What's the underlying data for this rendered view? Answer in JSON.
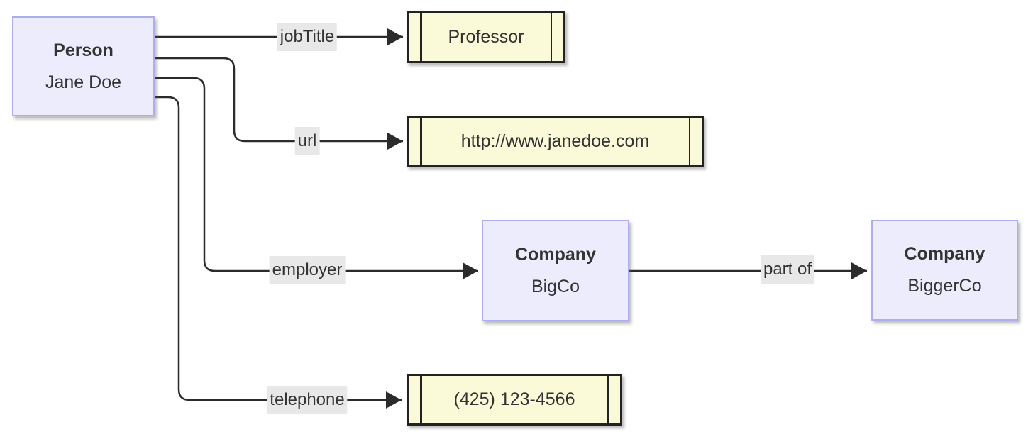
{
  "nodes": {
    "person": {
      "type": "entity",
      "title": "Person",
      "subtitle": "Jane Doe"
    },
    "professor": {
      "type": "literal",
      "value": "Professor"
    },
    "website": {
      "type": "literal",
      "value": "http://www.janedoe.com"
    },
    "bigco": {
      "type": "entity",
      "title": "Company",
      "subtitle": "BigCo"
    },
    "biggerco": {
      "type": "entity",
      "title": "Company",
      "subtitle": "BiggerCo"
    },
    "phone": {
      "type": "literal",
      "value": "(425) 123-4566"
    }
  },
  "edges": {
    "jobtitle": {
      "label": "jobTitle",
      "from": "person",
      "to": "professor"
    },
    "url": {
      "label": "url",
      "from": "person",
      "to": "website"
    },
    "employer": {
      "label": "employer",
      "from": "person",
      "to": "bigco"
    },
    "partof": {
      "label": "part of",
      "from": "bigco",
      "to": "biggerco"
    },
    "telephone": {
      "label": "telephone",
      "from": "person",
      "to": "phone"
    }
  },
  "colors": {
    "entity_fill": "#ECECFC",
    "entity_border": "#AEAEEC",
    "literal_fill": "#FAFAD8",
    "literal_border": "#222222",
    "edge_line": "#2B2B2B",
    "edge_label_bg": "#E8E8E8",
    "text": "#333333",
    "background": "#FFFFFF"
  }
}
